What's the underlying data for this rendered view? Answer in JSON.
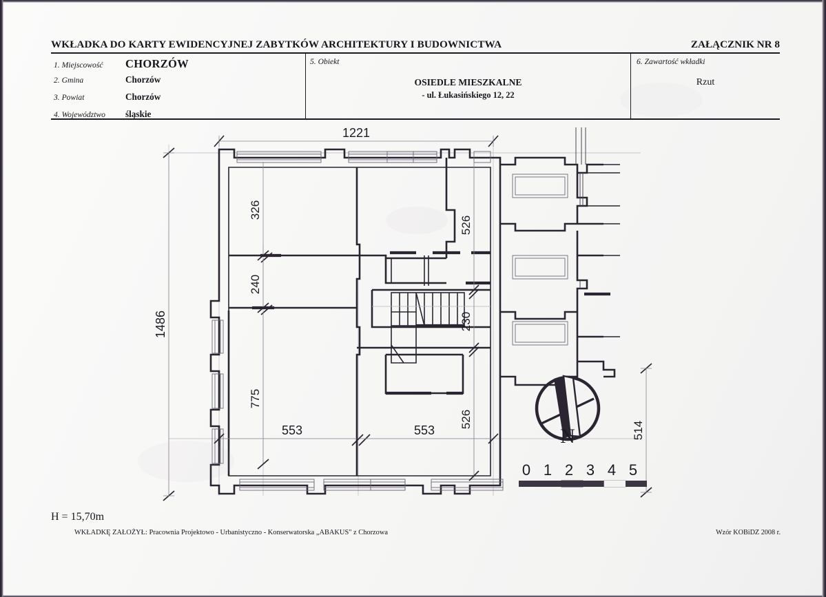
{
  "header": {
    "title": "WKŁADKA DO KARTY EWIDENCYJNEJ ZABYTKÓW ARCHITEKTURY I BUDOWNICTWA",
    "annex": "ZAŁĄCZNIK NR 8",
    "fields": [
      {
        "label": "1. Miejscowość",
        "value": "CHORZÓW"
      },
      {
        "label": "2. Gmina",
        "value": "Chorzów"
      },
      {
        "label": "3. Powiat",
        "value": "Chorzów"
      },
      {
        "label": "4. Województwo",
        "value": "śląskie"
      }
    ],
    "object": {
      "label": "5. Obiekt",
      "name": "OSIEDLE MIESZKALNE",
      "address": "- ul. Łukasińskiego 12, 22"
    },
    "content": {
      "label": "6. Zawartość wkładki",
      "value": "Rzut"
    }
  },
  "drawing": {
    "dimensions": {
      "top_overall": "1221",
      "left_overall": "1486",
      "left_326": "326",
      "left_240": "240",
      "left_775": "775",
      "bottom_553_a": "553",
      "bottom_553_b": "553",
      "right_526_top": "526",
      "right_230": "230",
      "right_526_bottom": "526",
      "right_514": "514"
    },
    "compass": {
      "label": "N"
    },
    "scale_bar": {
      "ticks": [
        "0",
        "1",
        "2",
        "3",
        "4",
        "5"
      ]
    }
  },
  "footer": {
    "height_note": "H = 15,70m",
    "credit": "WKŁADKĘ ZAŁOŻYŁ: Pracownia Projektowo - Urbanistyczno - Konserwatorska „ABAKUS\" z Chorzowa",
    "form": "Wzór KOBiDZ 2008 r."
  }
}
